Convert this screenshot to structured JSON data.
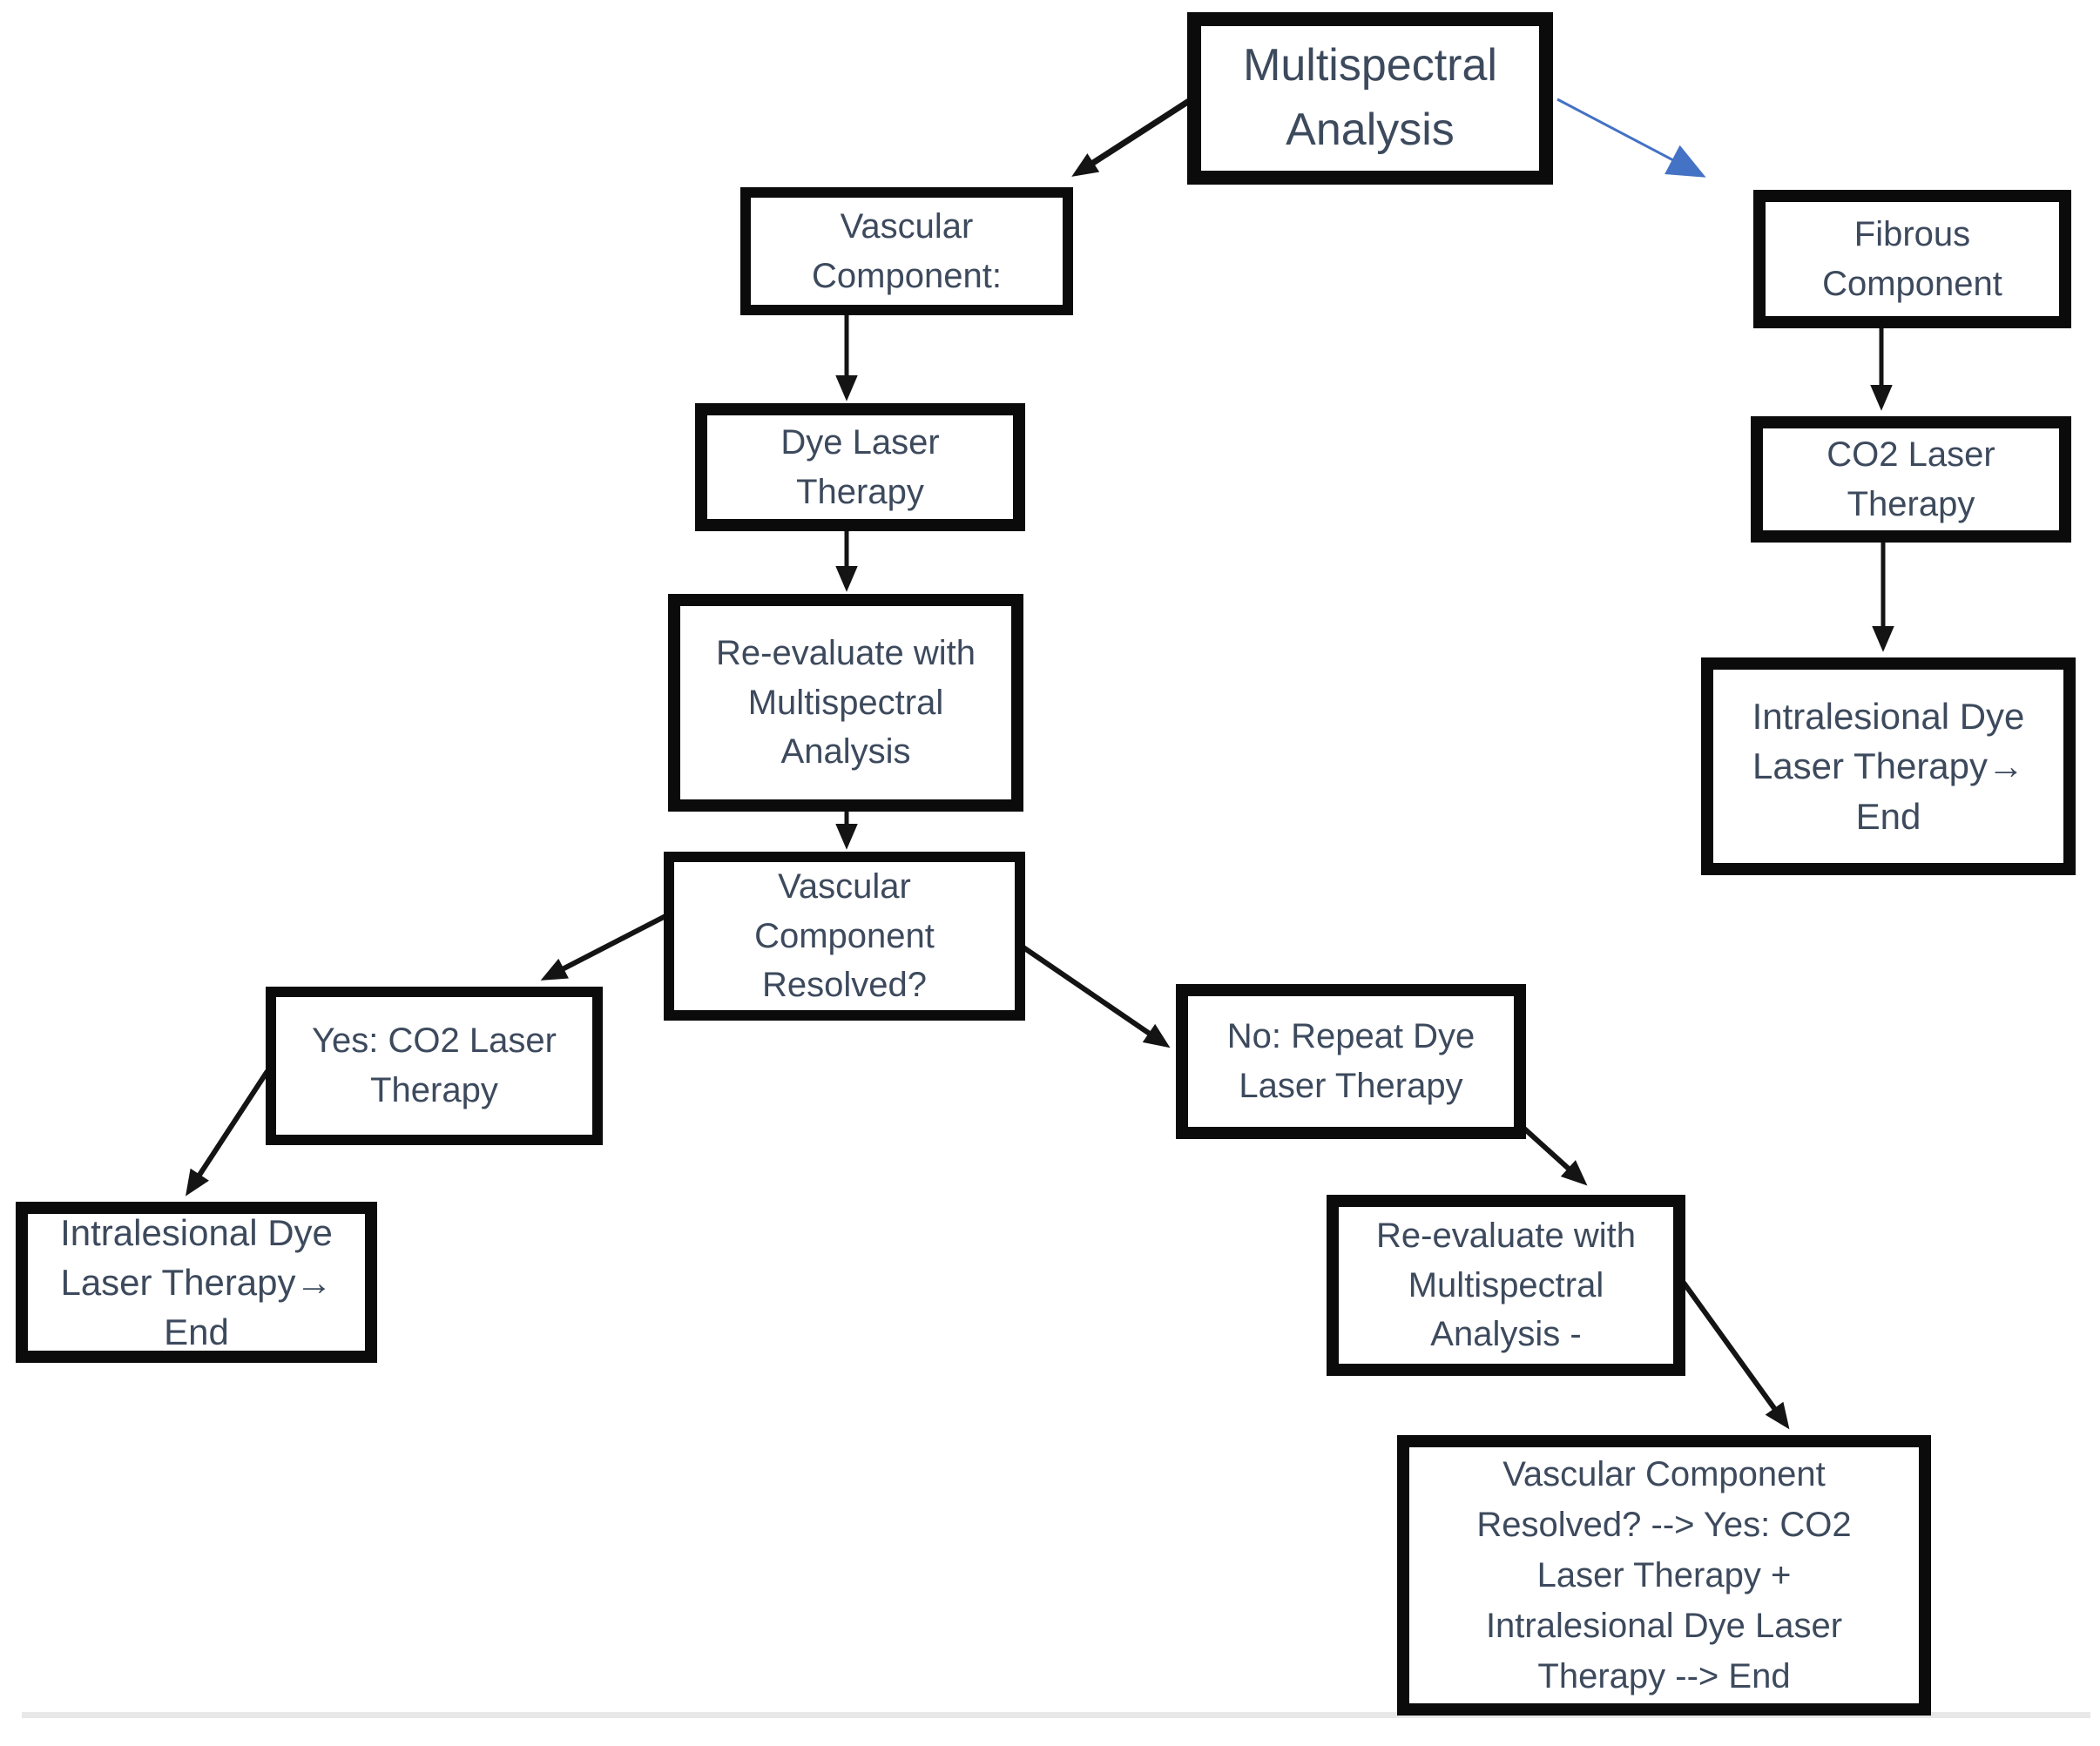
{
  "diagram_title": "Multispectral Analysis",
  "colors": {
    "box_fill": "#ffffff",
    "box_border": "#0b0b0b",
    "text": "#3d4a5d",
    "arrow_black": "#141414",
    "arrow_blue": "#4472c4",
    "page_edge_line": "#e8e8e8",
    "background": "#ffffff"
  },
  "nodes": [
    {
      "id": "multispectral-analysis",
      "label": "Multispectral\nAnalysis"
    },
    {
      "id": "vascular-component",
      "label": "Vascular\nComponent:"
    },
    {
      "id": "dye-laser-therapy",
      "label": "Dye Laser\nTherapy"
    },
    {
      "id": "re-evaluate-1",
      "label": "Re-evaluate with\nMultispectral\nAnalysis"
    },
    {
      "id": "vascular-resolved",
      "label": "Vascular\nComponent\nResolved?"
    },
    {
      "id": "yes-co2-laser",
      "label": "Yes: CO2 Laser\nTherapy"
    },
    {
      "id": "intralesional-left",
      "label": "Intralesional Dye\nLaser Therapy→\nEnd"
    },
    {
      "id": "no-repeat-dye",
      "label": "No: Repeat Dye\nLaser Therapy"
    },
    {
      "id": "re-evaluate-2",
      "label": "Re-evaluate with\nMultispectral\nAnalysis -"
    },
    {
      "id": "vascular-resolved-2",
      "label": "Vascular Component\nResolved? --> Yes: CO2\nLaser Therapy +\nIntralesional Dye Laser\nTherapy --> End"
    },
    {
      "id": "fibrous-component",
      "label": "Fibrous\nComponent"
    },
    {
      "id": "co2-laser-therapy",
      "label": "CO2 Laser\nTherapy"
    },
    {
      "id": "intralesional-right",
      "label": "Intralesional Dye\nLaser Therapy→\nEnd"
    }
  ],
  "edges": [
    {
      "from": "multispectral-analysis",
      "to": "vascular-component",
      "color": "black"
    },
    {
      "from": "multispectral-analysis",
      "to": "fibrous-component",
      "color": "blue"
    },
    {
      "from": "vascular-component",
      "to": "dye-laser-therapy",
      "color": "black"
    },
    {
      "from": "dye-laser-therapy",
      "to": "re-evaluate-1",
      "color": "black"
    },
    {
      "from": "re-evaluate-1",
      "to": "vascular-resolved",
      "color": "black"
    },
    {
      "from": "vascular-resolved",
      "to": "yes-co2-laser",
      "color": "black"
    },
    {
      "from": "vascular-resolved",
      "to": "no-repeat-dye",
      "color": "black"
    },
    {
      "from": "yes-co2-laser",
      "to": "intralesional-left",
      "color": "black"
    },
    {
      "from": "no-repeat-dye",
      "to": "re-evaluate-2",
      "color": "black"
    },
    {
      "from": "re-evaluate-2",
      "to": "vascular-resolved-2",
      "color": "black"
    },
    {
      "from": "fibrous-component",
      "to": "co2-laser-therapy",
      "color": "black"
    },
    {
      "from": "co2-laser-therapy",
      "to": "intralesional-right",
      "color": "black"
    }
  ]
}
